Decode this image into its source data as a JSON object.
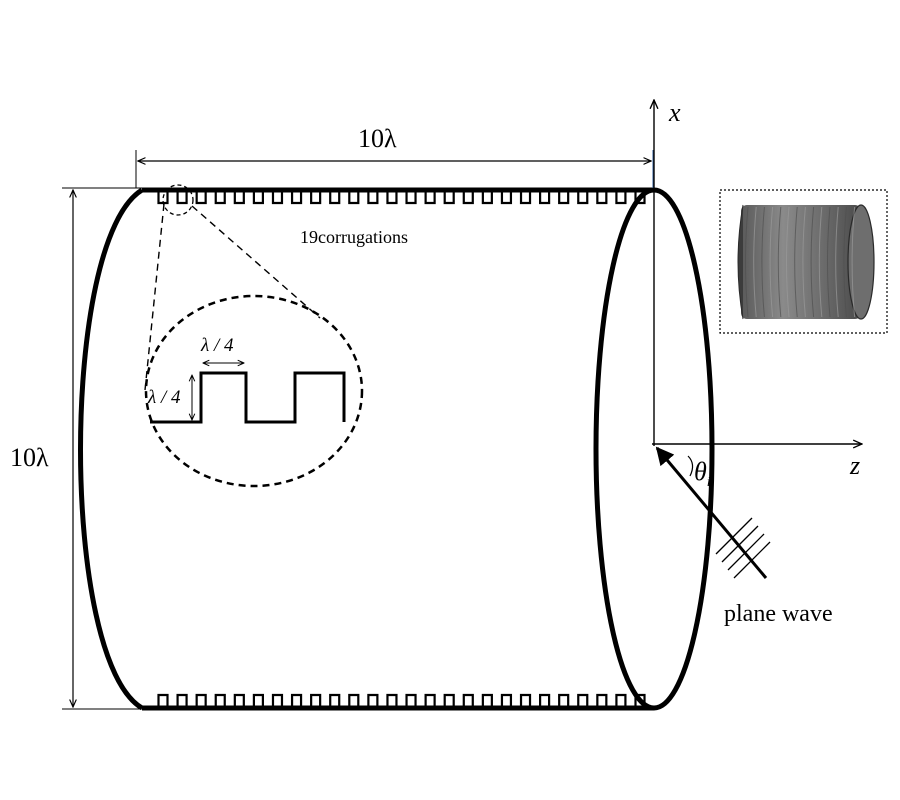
{
  "labels": {
    "length_symbol": "10λ",
    "height_symbol": "10λ",
    "corrugation_count": "19",
    "corrugation_word": "corrugations",
    "period_width": "λ / 4",
    "period_depth": "λ / 4",
    "x_axis": "x",
    "z_axis": "z",
    "incidence_angle": "θ",
    "incidence_angle_sub": "i",
    "plane_wave": "plane wave"
  },
  "corrugations": 19,
  "colors": {
    "stroke": "#000000",
    "axis_tick": "#2a5a9a",
    "inset_fill": "#6e6e6e"
  }
}
